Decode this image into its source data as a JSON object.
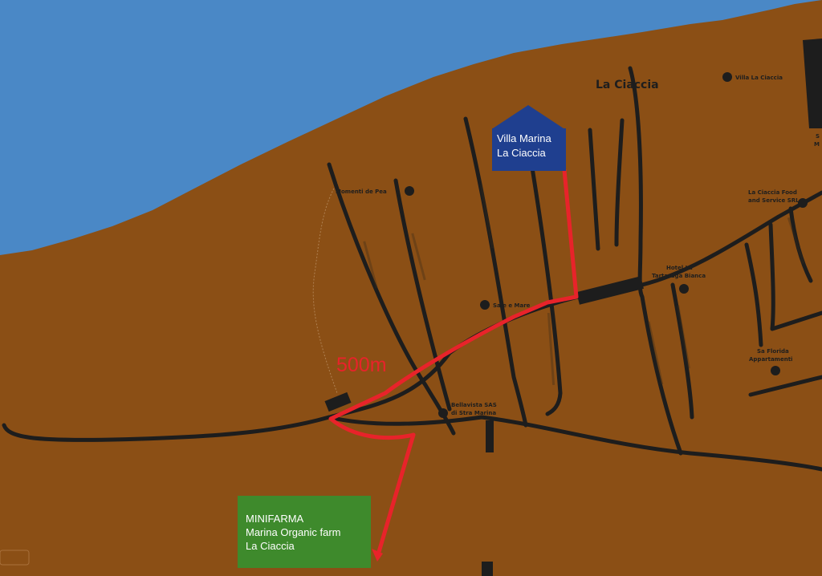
{
  "map": {
    "colors": {
      "land": "#8b4f15",
      "sea": "#4a88c6",
      "road": "#1d1d1d",
      "route": "#e8232a",
      "villa_marker": "#1f3f8f",
      "farm_marker": "#3e8a2c"
    },
    "place_label": "La Ciaccia",
    "villa": {
      "line1": "Villa Marina",
      "line2": "La Ciaccia"
    },
    "farm": {
      "line1": "MINIFARMA",
      "line2": "Marina Organic farm",
      "line3": "La Ciaccia"
    },
    "route_distance": "500m",
    "pois": {
      "villa_la_ciaccia": "Villa La Ciaccia",
      "momenti_de_pea": "Momenti de Pea",
      "sale_e_mare": "Sale e Mare",
      "hotel_la_tartaruga_1": "Hotel La",
      "hotel_la_tartaruga_2": "Tartaruga Bianca",
      "ciaccia_food_1": "La Ciaccia Food",
      "ciaccia_food_2": "and Service SRL",
      "sa_florida_1": "Sa Florida",
      "sa_florida_2": "Appartamenti",
      "bellavista_1": "Bellavista SAS",
      "bellavista_2": "di Stra Marina",
      "edge_1": "S",
      "edge_2": "M"
    },
    "icons": {
      "poi": "circle-dot-icon",
      "route_arrow": "arrow-down-icon",
      "villa": "house-marker-icon"
    }
  }
}
